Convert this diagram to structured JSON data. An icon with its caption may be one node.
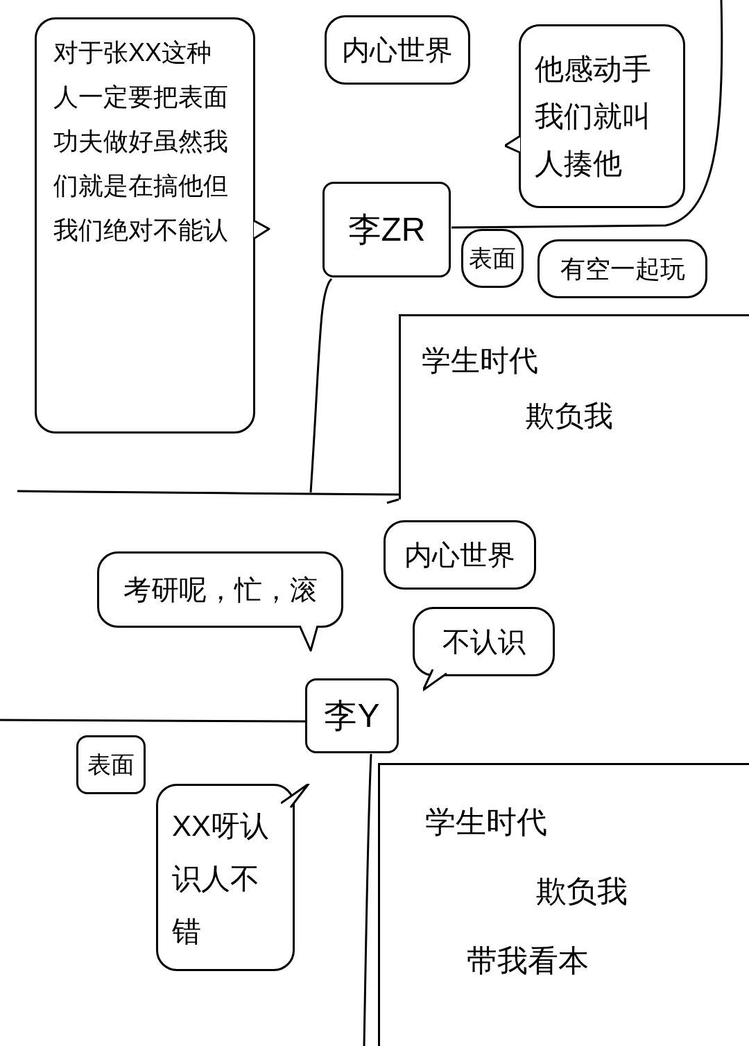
{
  "diagram": {
    "nodes": [
      {
        "text": [
          "对于张XX这种人一定要把表面功夫做好虽然我们就是在搞他但我们绝对不能认"
        ]
      },
      {
        "text": [
          "内心世界"
        ]
      },
      {
        "text": [
          "他感动手我们就叫人揍他"
        ]
      },
      {
        "text": [
          "李ZR"
        ]
      },
      {
        "text": [
          "表面"
        ]
      },
      {
        "text": [
          "有空一起玩"
        ]
      },
      {
        "text": [
          "学生时代",
          "欺负我"
        ]
      },
      {
        "text": [
          "内心世界"
        ]
      },
      {
        "text": [
          "考研呢，忙，滚"
        ]
      },
      {
        "text": [
          "不认识"
        ]
      },
      {
        "text": [
          "李Y"
        ]
      },
      {
        "text": [
          "表面"
        ]
      },
      {
        "text": [
          "XX呀认识人不错"
        ]
      },
      {
        "text": [
          "学生时代",
          "欺负我",
          "带我看本"
        ]
      }
    ],
    "edges": []
  }
}
